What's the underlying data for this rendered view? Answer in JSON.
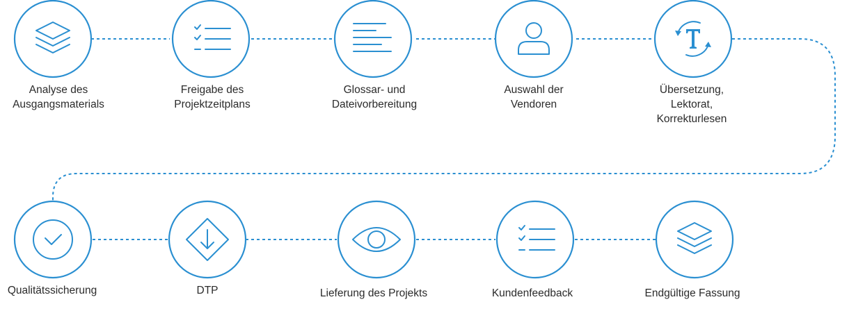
{
  "steps_top": [
    {
      "icon": "layers-icon",
      "line1": "Analyse des",
      "line2": "Ausgangsmaterials",
      "line3": ""
    },
    {
      "icon": "checklist-icon",
      "line1": "Freigabe des",
      "line2": "Projektzeitplans",
      "line3": ""
    },
    {
      "icon": "text-lines-icon",
      "line1": "Glossar- und",
      "line2": "Dateivorbereitung",
      "line3": ""
    },
    {
      "icon": "person-icon",
      "line1": "Auswahl der",
      "line2": "Vendoren",
      "line3": ""
    },
    {
      "icon": "text-translate-icon",
      "line1": "Übersetzung,",
      "line2": "Lektorat,",
      "line3": "Korrekturlesen"
    }
  ],
  "steps_bottom": [
    {
      "icon": "check-circle-icon",
      "line1": "Qualitätssicherung",
      "line2": "",
      "line3": ""
    },
    {
      "icon": "download-diamond-icon",
      "line1": "DTP",
      "line2": "",
      "line3": ""
    },
    {
      "icon": "eye-icon",
      "line1": "Lieferung des Projekts",
      "line2": "",
      "line3": ""
    },
    {
      "icon": "checklist-icon",
      "line1": "Kundenfeedback",
      "line2": "",
      "line3": ""
    },
    {
      "icon": "layers-icon",
      "line1": "Endgültige Fassung",
      "line2": "",
      "line3": ""
    }
  ],
  "colors": {
    "accent": "#2a8fd1",
    "text": "#2b2b2b"
  }
}
